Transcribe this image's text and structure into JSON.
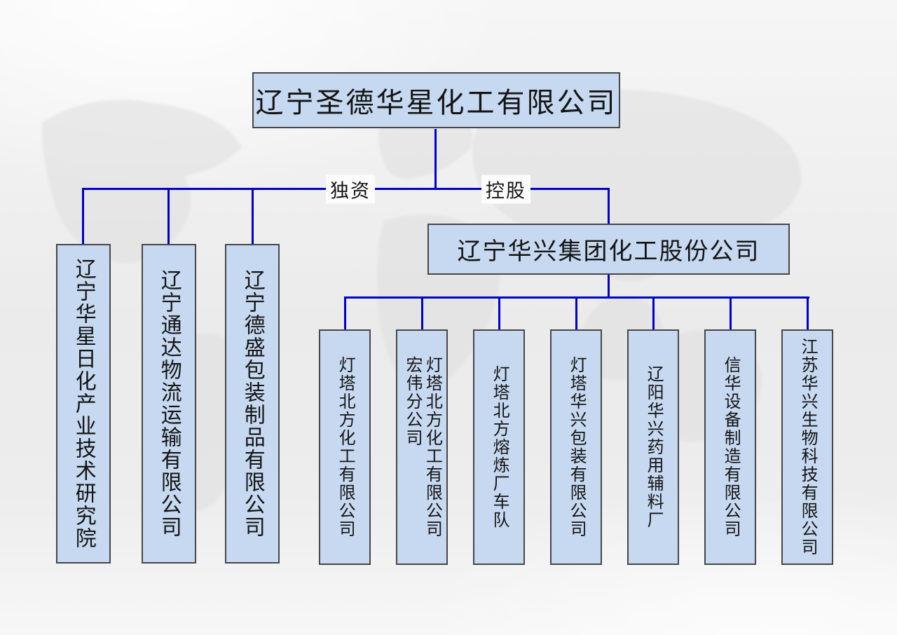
{
  "colors": {
    "box_fill": "#c6d9f0",
    "box_border": "#474747",
    "connector_line": "#0000cc",
    "text": "#141414",
    "edge_label_bg": "#fcfcfc"
  },
  "org": {
    "root": {
      "label": "辽宁圣德华星化工有限公司"
    },
    "edges": {
      "wholly_owned_label": "独资",
      "holding_label": "控股"
    },
    "left_children": [
      {
        "label": "辽宁华星日化产业技术研究院"
      },
      {
        "label": "辽宁通达物流运输有限公司"
      },
      {
        "label": "辽宁德盛包装制品有限公司"
      }
    ],
    "holding": {
      "label": "辽宁华兴集团化工股份公司"
    },
    "holding_children": [
      {
        "label": "灯塔北方化工有限公司"
      },
      {
        "label": "灯塔北方化工有限公司\n宏伟分公司"
      },
      {
        "label": "灯塔北方熔炼厂车队"
      },
      {
        "label": "灯塔华兴包装有限公司"
      },
      {
        "label": "辽阳华兴药用辅料厂"
      },
      {
        "label": "信华设备制造有限公司"
      },
      {
        "label": "江苏华兴生物科技有限公司"
      }
    ]
  }
}
